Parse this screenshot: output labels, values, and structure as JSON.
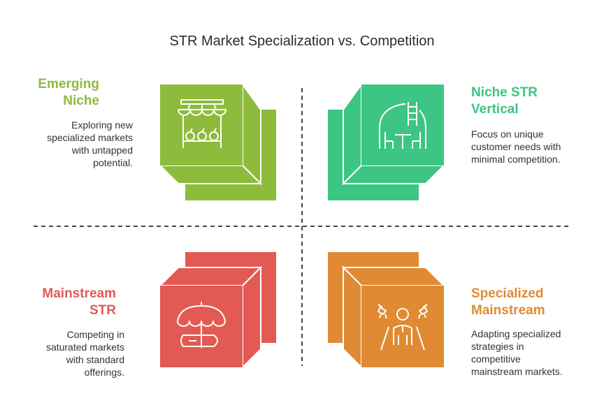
{
  "title": "STR Market Specialization vs. Competition",
  "colors": {
    "emerging": "#8dbb3c",
    "niche": "#3cc583",
    "mainstream": "#e35a54",
    "specialized": "#e08a33",
    "axis": "#444444"
  },
  "quadrants": [
    {
      "id": "emerging-niche",
      "heading": [
        "Emerging",
        "Niche"
      ],
      "description": [
        "Exploring new",
        "specialized markets",
        "with untapped",
        "potential."
      ],
      "icon": "market-stall-icon"
    },
    {
      "id": "niche-str-vertical",
      "heading": [
        "Niche STR",
        "Vertical"
      ],
      "description": [
        "Focus on unique",
        "customer needs with",
        "minimal competition."
      ],
      "icon": "loft-ladder-table-icon"
    },
    {
      "id": "mainstream-str",
      "heading": [
        "Mainstream",
        "STR"
      ],
      "description": [
        "Competing in",
        "saturated markets",
        "with standard",
        "offerings."
      ],
      "icon": "beach-umbrella-float-icon"
    },
    {
      "id": "specialized-mainstream",
      "heading": [
        "Specialized",
        "Mainstream"
      ],
      "description": [
        "Adapting specialized",
        "strategies in",
        "competitive",
        "mainstream markets."
      ],
      "icon": "spotlight-person-icon"
    }
  ]
}
